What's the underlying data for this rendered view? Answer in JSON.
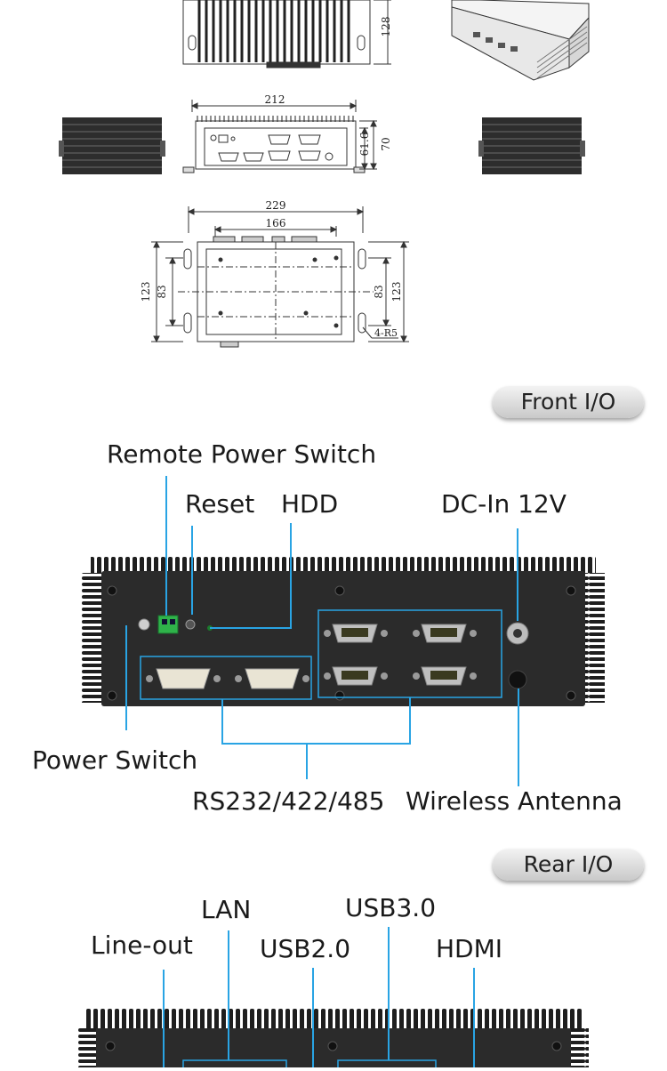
{
  "drawing": {
    "dimensions": {
      "height_128": "128",
      "width_212": "212",
      "height_61_6": "61.6",
      "height_70": "70",
      "width_229": "229",
      "width_166": "166",
      "depth_83_left": "83",
      "depth_123_left": "123",
      "depth_83_right": "83",
      "depth_123_right": "123",
      "corner_radius": "4-R5"
    }
  },
  "front": {
    "badge": "Front I/O",
    "labels": {
      "remote_power_switch": "Remote Power Switch",
      "reset": "Reset",
      "hdd": "HDD",
      "dc_in": "DC-In 12V",
      "power_switch": "Power Switch",
      "serial": "RS232/422/485",
      "wireless_antenna": "Wireless Antenna"
    }
  },
  "rear": {
    "badge": "Rear I/O",
    "labels": {
      "lan": "LAN",
      "usb3": "USB3.0",
      "line_out": "Line-out",
      "usb2": "USB2.0",
      "hdmi": "HDMI"
    }
  },
  "colors": {
    "leader": "#29a4e4",
    "chassis": "#2b2b2b",
    "drawing_line": "#333333"
  }
}
